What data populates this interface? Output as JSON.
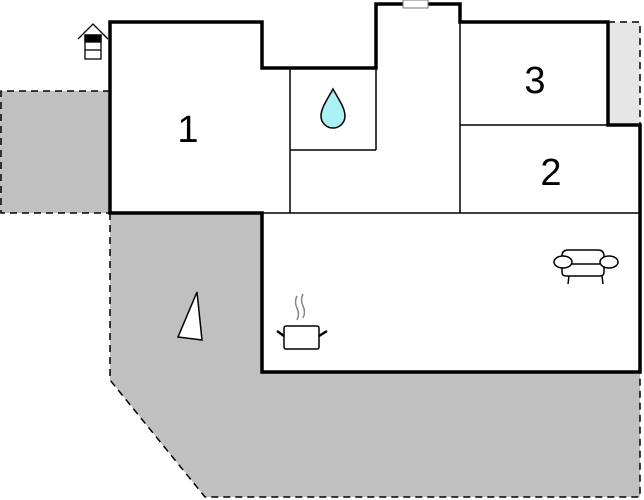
{
  "plan": {
    "rooms": [
      {
        "label": "1",
        "type": "bedroom"
      },
      {
        "label": "2",
        "type": "bedroom"
      },
      {
        "label": "3",
        "type": "bedroom"
      }
    ],
    "icons": [
      "entrance-icon",
      "bathroom-water-drop-icon",
      "kitchen-pot-icon",
      "sofa-icon",
      "north-arrow-icon",
      "window-icon"
    ],
    "colors": {
      "terrace": "#c0c0c0",
      "balcony": "#e6e6e6",
      "water": "#aaf0f5",
      "wall": "#000000"
    }
  }
}
